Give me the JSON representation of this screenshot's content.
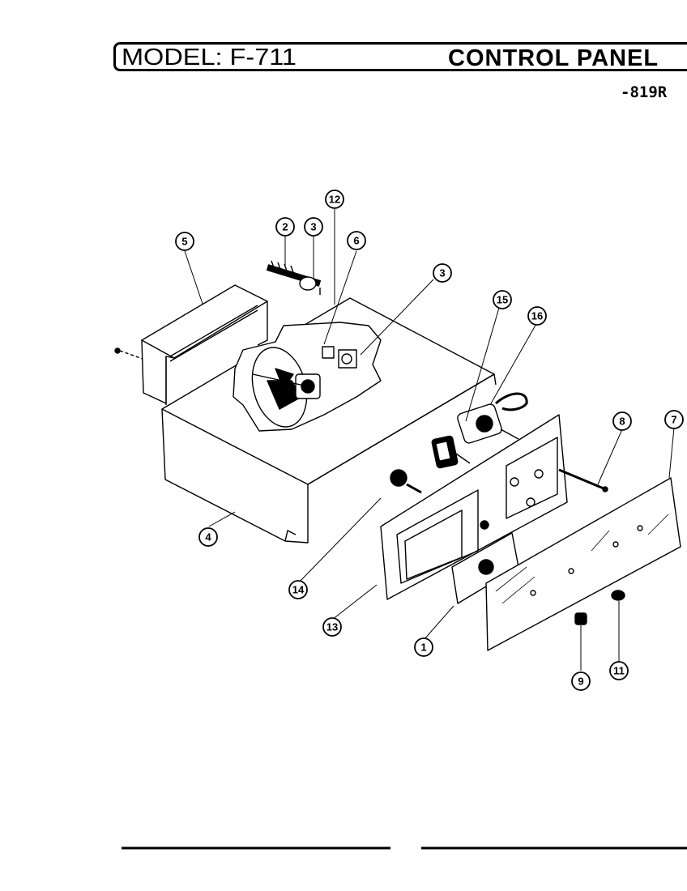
{
  "header": {
    "model": "MODEL: F-711",
    "section": "CONTROL PANEL",
    "code": "-819R"
  },
  "diagram": {
    "callouts": [
      {
        "label": "12",
        "part": "control-panel-housing"
      },
      {
        "label": "2",
        "part": "switch-2"
      },
      {
        "label": "3",
        "part": "switch-3-upper"
      },
      {
        "label": "5",
        "part": "bracket"
      },
      {
        "label": "6",
        "part": "fan-assembly"
      },
      {
        "label": "3",
        "part": "gasket-3"
      },
      {
        "label": "15",
        "part": "timer"
      },
      {
        "label": "16",
        "part": "motor"
      },
      {
        "label": "8",
        "part": "screw"
      },
      {
        "label": "7",
        "part": "glass-panel"
      },
      {
        "label": "4",
        "part": "housing-box"
      },
      {
        "label": "14",
        "part": "knob-14"
      },
      {
        "label": "13",
        "part": "control-panel-frame"
      },
      {
        "label": "1",
        "part": "plate"
      },
      {
        "label": "9",
        "part": "knob-9"
      },
      {
        "label": "11",
        "part": "knob-11"
      }
    ]
  }
}
